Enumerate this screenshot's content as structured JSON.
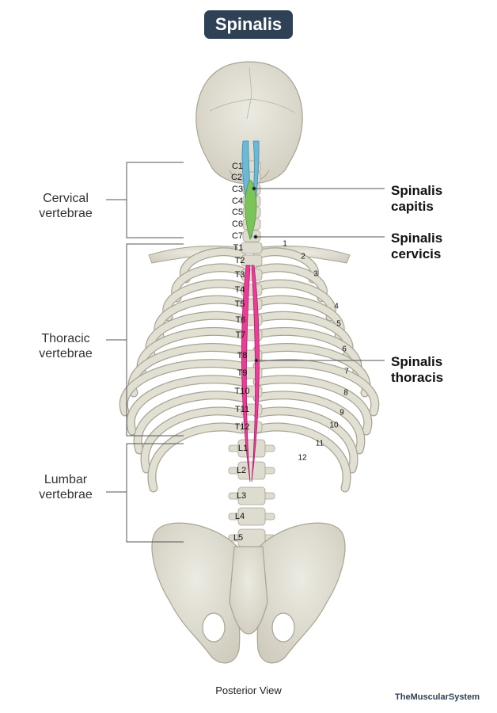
{
  "title": "Spinalis",
  "regions": {
    "cervical": "Cervical\nvertebrae",
    "thoracic": "Thoracic\nvertebrae",
    "lumbar": "Lumbar\nvertebrae"
  },
  "muscles": {
    "capitis": "Spinalis\ncapitis",
    "cervicis": "Spinalis\ncervicis",
    "thoracis": "Spinalis\nthoracis"
  },
  "vertebrae": [
    "C1",
    "C2",
    "C3",
    "C4",
    "C5",
    "C6",
    "C7",
    "T1",
    "T2",
    "T3",
    "T4",
    "T5",
    "T6",
    "T7",
    "T8",
    "T9",
    "T10",
    "T11",
    "T12",
    "L1",
    "L2",
    "L3",
    "L4",
    "L5"
  ],
  "ribs": [
    "1",
    "2",
    "3",
    "4",
    "5",
    "6",
    "7",
    "8",
    "9",
    "10",
    "11",
    "12"
  ],
  "caption": "Posterior View",
  "watermark": "TheMuscularSystem",
  "colors": {
    "bone": "#dddacd",
    "bone_outline": "#a8a495",
    "capitis": "#6cb8d6",
    "cervicis": "#7cc35c",
    "thoracis": "#e83e95",
    "badge": "#2f4155"
  }
}
